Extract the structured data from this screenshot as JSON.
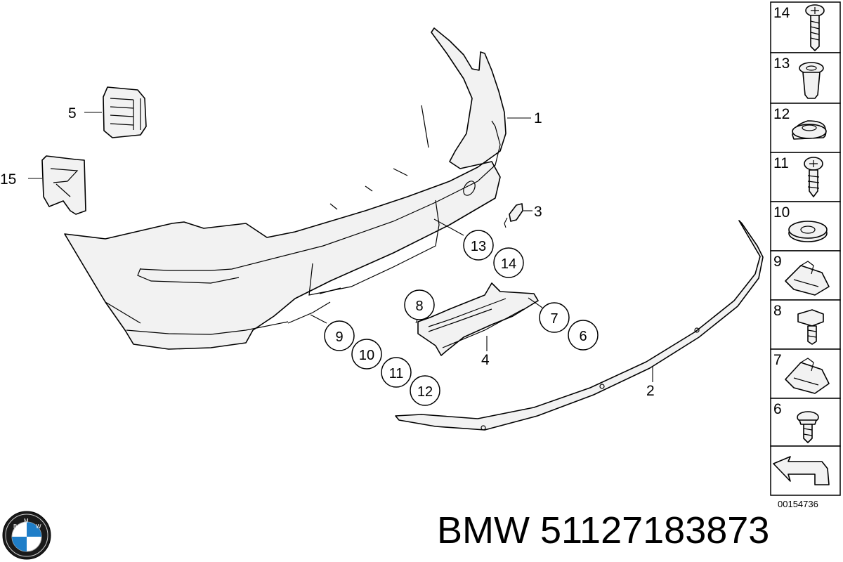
{
  "diagram": {
    "callouts": [
      {
        "id": "1",
        "text": "1"
      },
      {
        "id": "2",
        "text": "2"
      },
      {
        "id": "3",
        "text": "3"
      },
      {
        "id": "4",
        "text": "4"
      },
      {
        "id": "5",
        "text": "5"
      },
      {
        "id": "15",
        "text": "15"
      }
    ],
    "circled": [
      "13",
      "14",
      "8",
      "7",
      "6",
      "9",
      "10",
      "11",
      "12"
    ],
    "side_panel": [
      {
        "num": "14",
        "icon": "screw-icon"
      },
      {
        "num": "13",
        "icon": "expanding-nut-icon"
      },
      {
        "num": "12",
        "icon": "grommet-icon"
      },
      {
        "num": "11",
        "icon": "sheet-metal-screw-icon"
      },
      {
        "num": "10",
        "icon": "washer-icon"
      },
      {
        "num": "9",
        "icon": "clip-nut-icon"
      },
      {
        "num": "8",
        "icon": "hex-bolt-icon"
      },
      {
        "num": "7",
        "icon": "clip-nut-icon"
      },
      {
        "num": "6",
        "icon": "flange-screw-icon"
      }
    ],
    "diagram_ref": "00154736"
  },
  "footer": {
    "brand": "BMW",
    "part_number": "51127183873",
    "logo_letters": [
      "B",
      "M",
      "W"
    ]
  }
}
